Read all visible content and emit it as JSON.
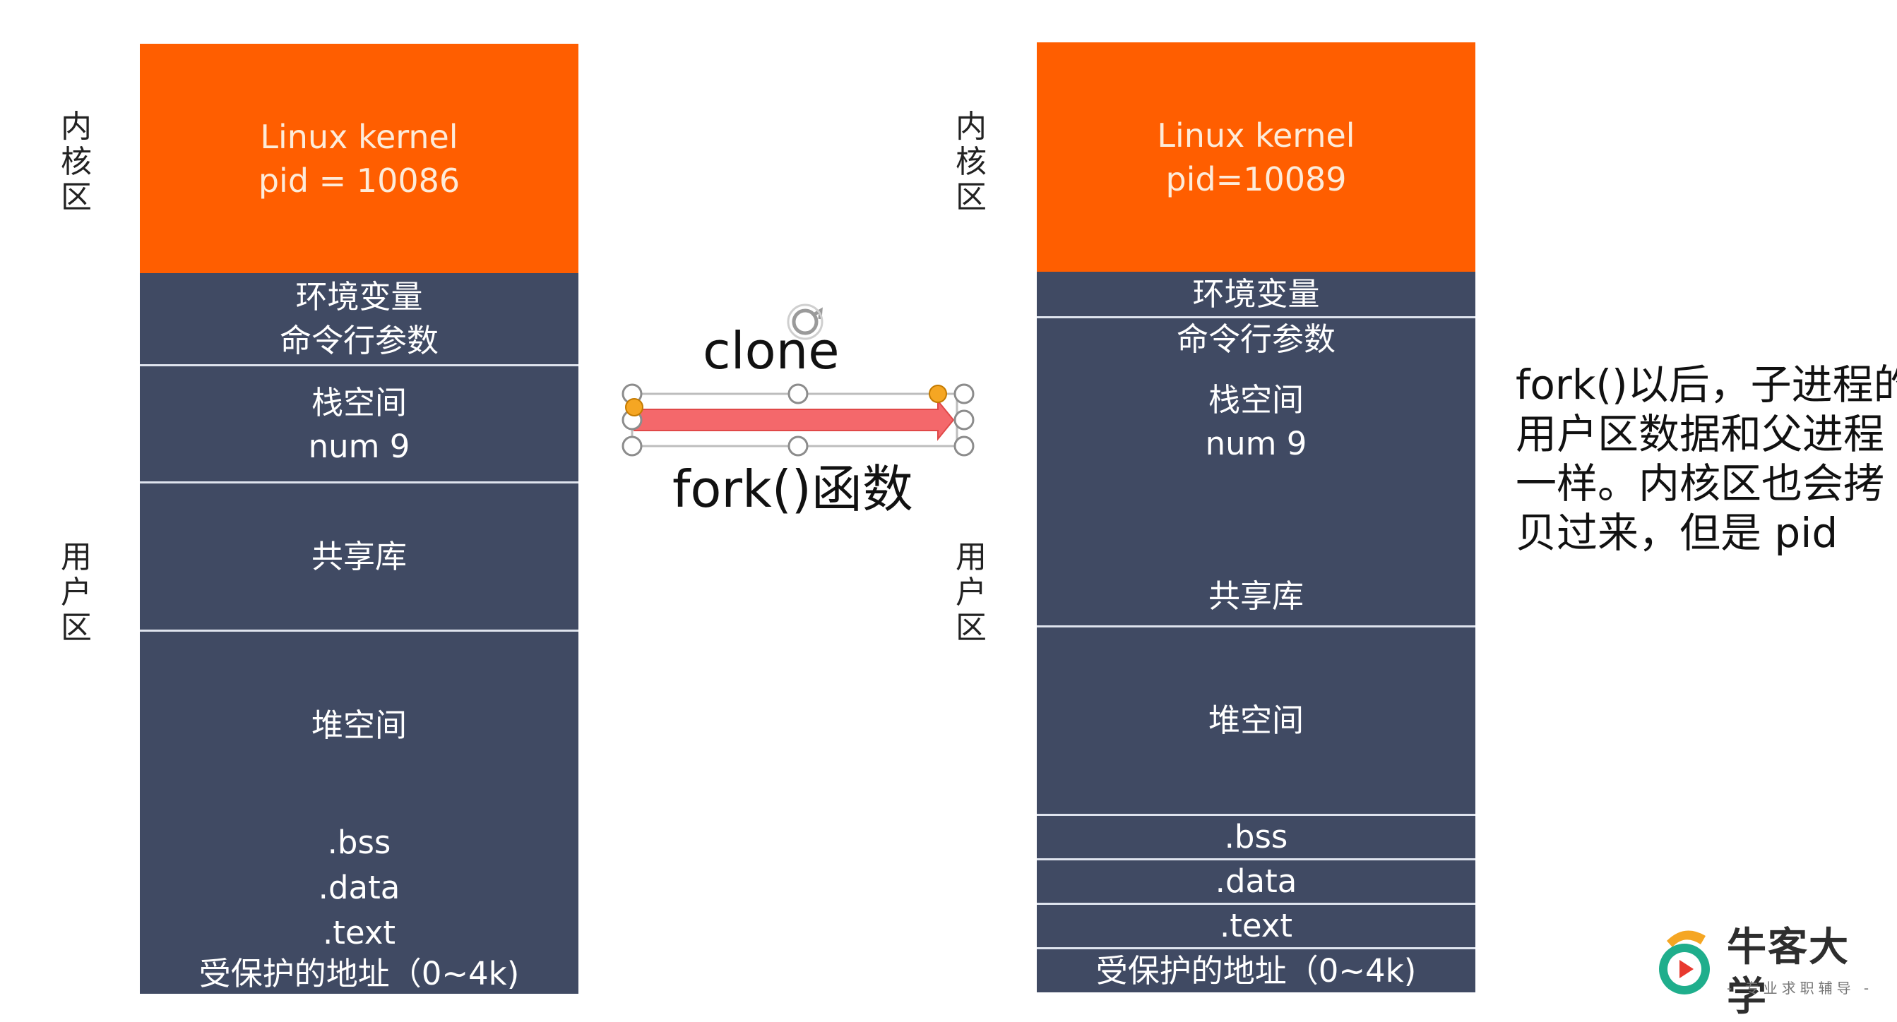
{
  "left_column": {
    "kernel_label": "内核区",
    "user_label": "用户区",
    "kernel_line1": "Linux kernel",
    "kernel_line2": "pid = 10086",
    "env_line1": "环境变量",
    "env_line2": "命令行参数",
    "stack_line1": "栈空间",
    "stack_line2": "num 9",
    "shared_lib": "共享库",
    "heap": "堆空间",
    "bss": ".bss",
    "data": ".data",
    "text": ".text",
    "protected": "受保护的地址（0~4k)"
  },
  "right_column": {
    "kernel_label": "内核区",
    "user_label": "用户区",
    "kernel_line1": "Linux kernel",
    "kernel_line2": "pid=10089",
    "env_line1": "环境变量",
    "env_line2": "命令行参数",
    "stack_line1": "栈空间",
    "stack_line2": "num 9",
    "shared_lib": "共享库",
    "heap": "堆空间",
    "bss": ".bss",
    "data": ".data",
    "text": ".text",
    "protected": "受保护的地址（0~4k)"
  },
  "arrow": {
    "top_label": "clone",
    "bottom_label": "fork()函数"
  },
  "note": {
    "line1": "fork()以后，子进程的",
    "line2": "用户区数据和父进程",
    "line3": "一样。内核区也会拷",
    "line4": "贝过来，但是 pid"
  },
  "logo": {
    "name": "牛客大学",
    "tagline": "- 专业求职辅导 -"
  },
  "colors": {
    "kernel": "#ff5e00",
    "user_area": "#404a63",
    "arrow_fill": "#f4686b",
    "handle_accent": "#f5a623"
  }
}
